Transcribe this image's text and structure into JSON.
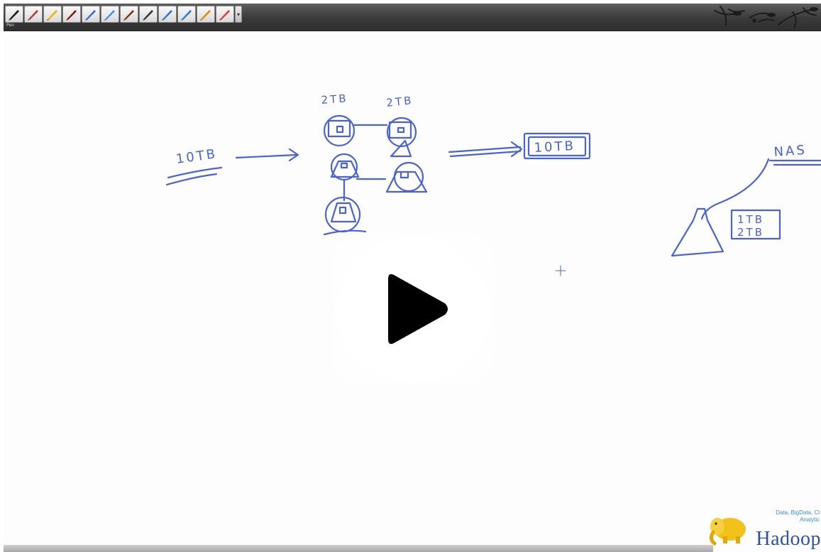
{
  "toolbar": {
    "caption": "Pen",
    "tools": [
      {
        "name": "pen-tool-icon",
        "color": "#1a1a1a"
      },
      {
        "name": "red-pen-tool-icon",
        "color": "#c0392b"
      },
      {
        "name": "highlighter-tool-icon",
        "color": "#e6b800"
      },
      {
        "name": "dark-red-pen-tool-icon",
        "color": "#8b1a1a"
      },
      {
        "name": "blue-pen-tool-icon",
        "color": "#3a6fd8"
      },
      {
        "name": "light-blue-pen-tool-icon",
        "color": "#4a8fe0"
      },
      {
        "name": "brown-pen-tool-icon",
        "color": "#7a3a1a"
      },
      {
        "name": "black-pen-tool-icon",
        "color": "#333333"
      },
      {
        "name": "refresh-tool-icon",
        "color": "#2b7bd6"
      },
      {
        "name": "eraser-tool-icon",
        "color": "#2b7bd6"
      },
      {
        "name": "shape-tool-icon",
        "color": "#e08a00"
      },
      {
        "name": "clear-tool-icon",
        "color": "#d84040"
      }
    ]
  },
  "whiteboard": {
    "ink_color": "#4a63d4",
    "labels": {
      "left_data": "10TB",
      "node_top_left": "2TB",
      "node_top_right": "2TB",
      "output": "10TB",
      "nas": "NAS",
      "nas_line1": "1TB",
      "nas_line2": "2TB"
    }
  },
  "player": {
    "play_icon": "play-icon"
  },
  "logo": {
    "tagline_line1": "Data, BigData, Cl",
    "tagline_line2": "Analytic",
    "text": "Hadoop"
  }
}
